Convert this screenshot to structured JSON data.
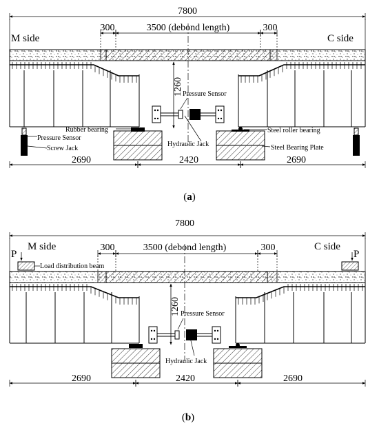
{
  "figure_a": {
    "label_open": "(",
    "label_letter": "a",
    "label_close": ")",
    "total_length": "7800",
    "left_side": "M side",
    "right_side": "C side",
    "dim_left_300": "300",
    "dim_debond": "3500 (debond length)",
    "dim_right_300": "300",
    "dim_height": "1260",
    "pressure_sensor_top": "Pressure Sensor",
    "rubber_bearing": "Rubber bearing",
    "pressure_sensor_left": "Pressure Sensor",
    "screw_jack": "Screw Jack",
    "hydraulic_jack": "Hydraulic Jack",
    "steel_roller_bearing": "Steel roller bearing",
    "steel_bearing_plate": "Steel Bearing Plate",
    "span_left": "2690",
    "span_mid": "2420",
    "span_right": "2690"
  },
  "figure_b": {
    "label_open": "(",
    "label_letter": "b",
    "label_close": ")",
    "total_length": "7800",
    "left_side": "M side",
    "right_side": "C side",
    "load_left": "P",
    "load_right": "P",
    "load_distribution_beam": "Load distribution beam",
    "dim_left_300": "300",
    "dim_debond": "3500 (debond length)",
    "dim_right_300": "300",
    "dim_height": "1260",
    "pressure_sensor": "Pressure Sensor",
    "hydraulic_jack": "Hydraulic Jack",
    "span_left": "2690",
    "span_mid": "2420",
    "span_right": "2690"
  }
}
